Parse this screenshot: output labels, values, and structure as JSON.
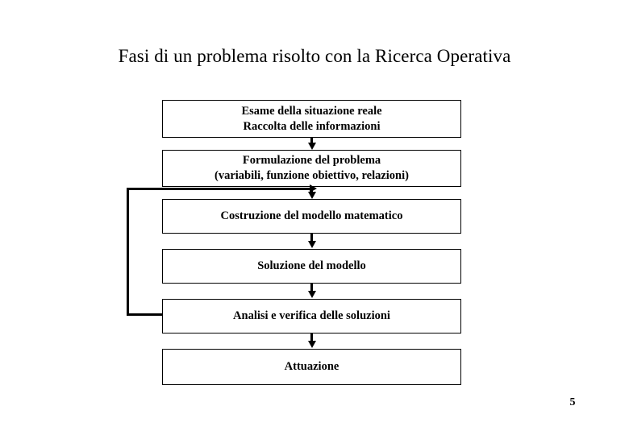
{
  "slide": {
    "title": "Fasi di un problema risolto con la Ricerca Operativa",
    "page_number": "5",
    "background_color": "#ffffff",
    "ink_color": "#000000"
  },
  "flowchart": {
    "type": "process-flow",
    "orientation": "vertical",
    "nodes": [
      {
        "id": "node-1",
        "lines": [
          "Esame della situazione reale",
          "Raccolta delle informazioni"
        ]
      },
      {
        "id": "node-2",
        "lines": [
          "Formulazione del problema",
          "(variabili, funzione obiettivo, relazioni)"
        ]
      },
      {
        "id": "node-3",
        "lines": [
          "Costruzione del modello matematico"
        ]
      },
      {
        "id": "node-4",
        "lines": [
          "Soluzione del modello"
        ]
      },
      {
        "id": "node-5",
        "lines": [
          "Analisi e verifica delle soluzioni"
        ]
      },
      {
        "id": "node-6",
        "lines": [
          "Attuazione"
        ]
      }
    ],
    "connectors": [
      {
        "from": "node-1",
        "to": "node-2",
        "kind": "arrow-down"
      },
      {
        "from": "node-2",
        "to": "node-3",
        "kind": "arrow-down"
      },
      {
        "from": "node-3",
        "to": "node-4",
        "kind": "arrow-down"
      },
      {
        "from": "node-4",
        "to": "node-5",
        "kind": "arrow-down"
      },
      {
        "from": "node-5",
        "to": "node-6",
        "kind": "arrow-down"
      },
      {
        "from": "node-5",
        "to": "node-3",
        "kind": "feedback-loop-left"
      }
    ]
  }
}
